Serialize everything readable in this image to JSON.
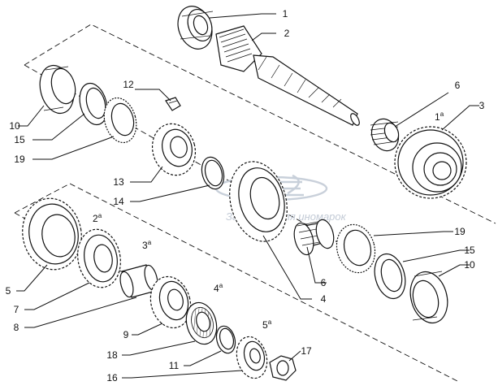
{
  "callouts": [
    {
      "id": "c1",
      "num": "1",
      "sup": ""
    },
    {
      "id": "c2",
      "num": "2",
      "sup": ""
    },
    {
      "id": "c3",
      "num": "3",
      "sup": ""
    },
    {
      "id": "c4",
      "num": "4",
      "sup": ""
    },
    {
      "id": "c5",
      "num": "5",
      "sup": ""
    },
    {
      "id": "c6a",
      "num": "6",
      "sup": ""
    },
    {
      "id": "c6b",
      "num": "6",
      "sup": ""
    },
    {
      "id": "c7",
      "num": "7",
      "sup": ""
    },
    {
      "id": "c8",
      "num": "8",
      "sup": ""
    },
    {
      "id": "c9",
      "num": "9",
      "sup": ""
    },
    {
      "id": "c10a",
      "num": "10",
      "sup": ""
    },
    {
      "id": "c10b",
      "num": "10",
      "sup": ""
    },
    {
      "id": "c11",
      "num": "11",
      "sup": ""
    },
    {
      "id": "c12",
      "num": "12",
      "sup": ""
    },
    {
      "id": "c13",
      "num": "13",
      "sup": ""
    },
    {
      "id": "c14",
      "num": "14",
      "sup": ""
    },
    {
      "id": "c15a",
      "num": "15",
      "sup": ""
    },
    {
      "id": "c15b",
      "num": "15",
      "sup": ""
    },
    {
      "id": "c16",
      "num": "16",
      "sup": ""
    },
    {
      "id": "c17",
      "num": "17",
      "sup": ""
    },
    {
      "id": "c18",
      "num": "18",
      "sup": ""
    },
    {
      "id": "c19a",
      "num": "19",
      "sup": ""
    },
    {
      "id": "c19b",
      "num": "19",
      "sup": ""
    },
    {
      "id": "g1",
      "num": "1",
      "sup": "a"
    },
    {
      "id": "g2",
      "num": "2",
      "sup": "a"
    },
    {
      "id": "g3",
      "num": "3",
      "sup": "a"
    },
    {
      "id": "g4",
      "num": "4",
      "sup": "a"
    },
    {
      "id": "g5",
      "num": "5",
      "sup": "a"
    }
  ],
  "watermark": {
    "brand": "Запчасти",
    "tagline": "Запчасти для иномарок"
  },
  "colors": {
    "line": "#111111",
    "background": "#ffffff",
    "watermark": "#c3cbd6"
  }
}
